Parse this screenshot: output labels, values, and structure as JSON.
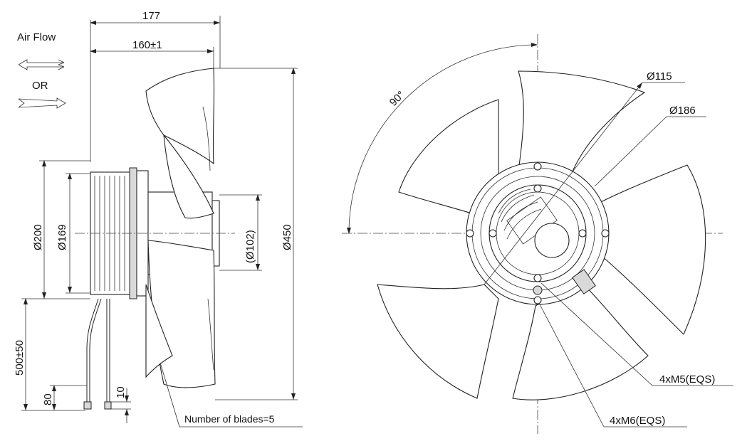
{
  "side_view": {
    "air_flow_label": "Air Flow",
    "or_label": "OR",
    "dim_overall_depth": "177",
    "dim_depth": "160±1",
    "dim_motor_dia": "Ø200",
    "dim_motor_inner_dia": "Ø169",
    "dim_hub_dia": "(Ø102)",
    "dim_fan_dia": "Ø450",
    "dim_cable_length": "500±50",
    "dim_strip_80": "80",
    "dim_strip_10": "10",
    "blades_note": "Number of blades=5"
  },
  "front_view": {
    "angle_label": "90°",
    "dim_pcd_115": "Ø115",
    "dim_pcd_186": "Ø186",
    "thread_m5": "4xM5(EQS)",
    "thread_m6": "4xM6(EQS)"
  }
}
